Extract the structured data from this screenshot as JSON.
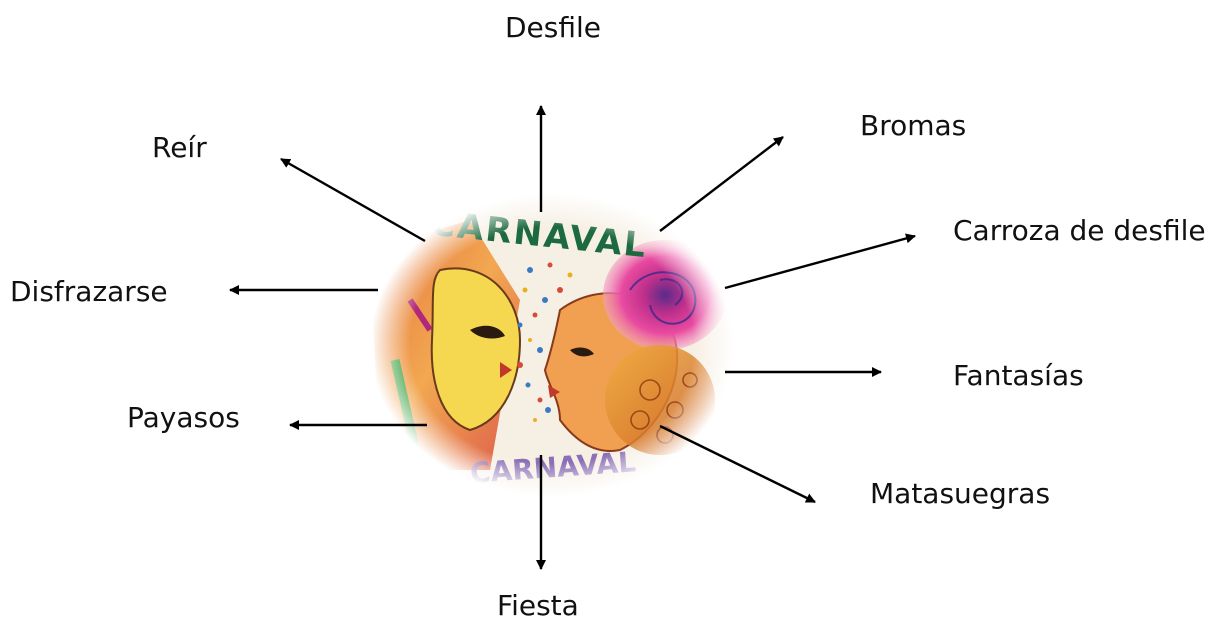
{
  "center_image": {
    "title_text": "CARNAVAL",
    "bottom_text": "CARNAVAL"
  },
  "labels": {
    "desfile": "Desfile",
    "bromas": "Bromas",
    "reir": "Reír",
    "carroza": "Carroza de desfile",
    "disfrazarse": "Disfrazarse",
    "fantasias": "Fantasías",
    "payasos": "Payasos",
    "matasuegras": "Matasuegras",
    "fiesta": "Fiesta"
  },
  "colors": {
    "arrow": "#000000",
    "text": "#111111"
  }
}
